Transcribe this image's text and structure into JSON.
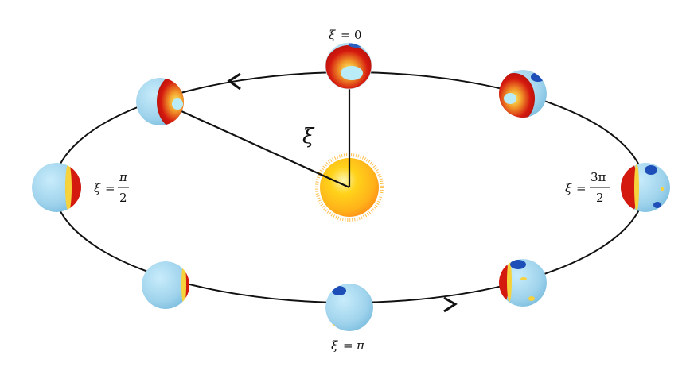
{
  "labels": {
    "xi_symbol": "ξ",
    "equals": "=",
    "top": "0",
    "left_num": "π",
    "left_den": "2",
    "right_num": "3π",
    "right_den": "2",
    "bottom": "π",
    "angle": "ξ"
  },
  "colors": {
    "orbit": "#111111",
    "sun_core": "#ffd21a",
    "sun_edge": "#ff9f1a",
    "ocean": "#9fd3ec",
    "hot": "#d4190f",
    "warm": "#f6d23c",
    "cold": "#1e4fb8"
  }
}
